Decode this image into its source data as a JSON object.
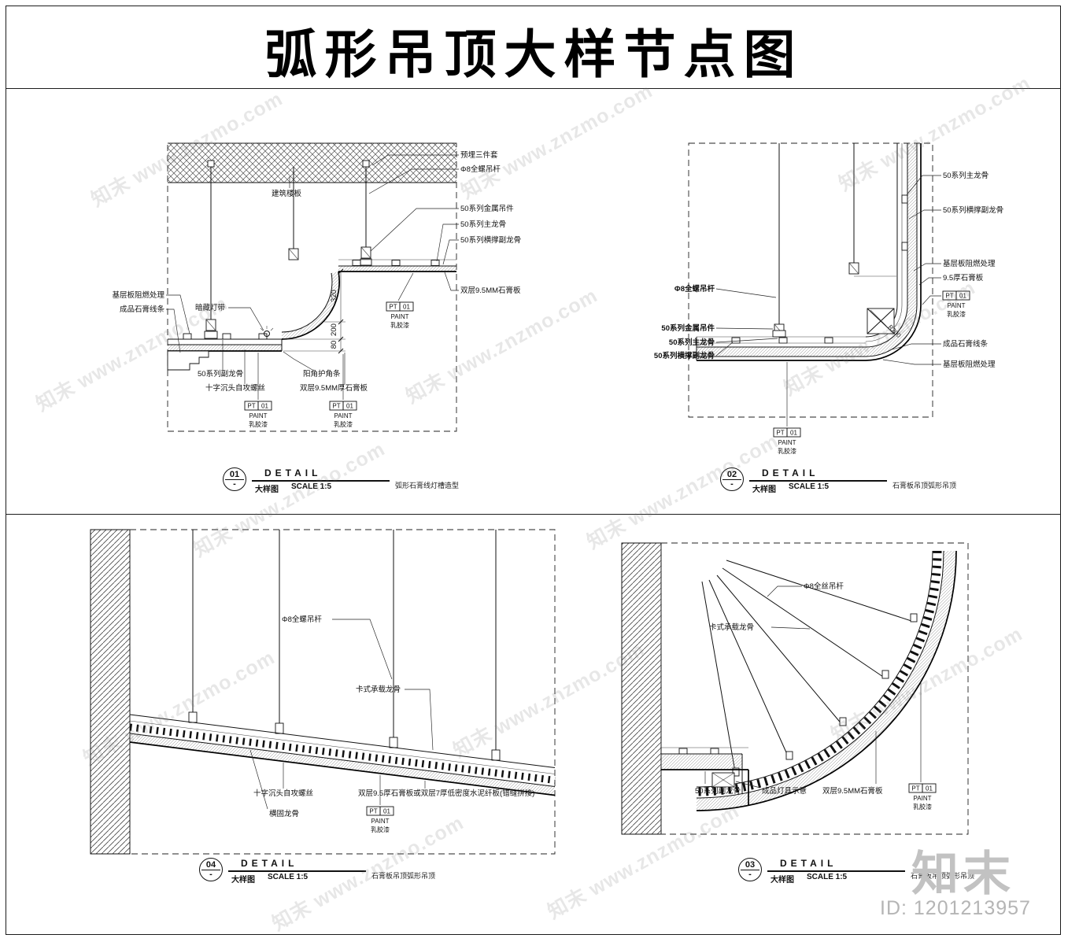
{
  "page": {
    "title": "弧形吊顶大样节点图"
  },
  "watermark": {
    "text": "知末 www.znzmo.com"
  },
  "brand": {
    "logo": "知末",
    "id": "ID: 1201213957"
  },
  "paint": {
    "pt": "PT",
    "num": "01",
    "name": "PAINT",
    "material": "乳胶漆"
  },
  "detail01": {
    "labels": {
      "embed_kit": "预埋三件套",
      "rod": "Φ8全螺吊杆",
      "slab": "建筑楼板",
      "metal_hanger": "50系列金属吊件",
      "main_keel": "50系列主龙骨",
      "cross_sub_keel": "50系列横撑副龙骨",
      "double_board": "双层9.5MM石膏板",
      "base_fireproof": "基层板阻燃处理",
      "gypsum_trim": "成品石膏线条",
      "hidden_led": "暗藏灯带",
      "sub_keel": "50系列副龙骨",
      "screw": "十字沉头自攻螺丝",
      "corner_bead": "阳角护角条",
      "double_board_thick": "双层9.5MM厚石膏板",
      "dim_320": "320",
      "dim_200": "200",
      "dim_80": "80"
    },
    "title": {
      "num": "01",
      "dash": "-",
      "detail": "DETAIL",
      "name": "大样图",
      "scale": "SCALE 1:5",
      "caption": "弧形石膏线灯槽造型"
    }
  },
  "detail02": {
    "labels": {
      "main_keel": "50系列主龙骨",
      "cross_sub_keel": "50系列横撑副龙骨",
      "base_fireproof": "基层板阻燃处理",
      "board95": "9.5厚石膏板",
      "gypsum_trim": "成品石膏线条",
      "base_fireproof2": "基层板阻燃处理",
      "rod": "Φ8全螺吊杆",
      "metal_hanger": "50系列金属吊件",
      "main_keel2": "50系列主龙骨",
      "cross_sub_keel2": "50系列横撑副龙骨",
      "radius": "R200"
    },
    "title": {
      "num": "02",
      "dash": "-",
      "detail": "DETAIL",
      "name": "大样图",
      "scale": "SCALE 1:5",
      "caption": "石膏板吊顶弧形吊顶"
    }
  },
  "detail04": {
    "labels": {
      "rod": "Φ8全螺吊杆",
      "clip_keel": "卡式承载龙骨",
      "screw": "十字沉头自攻螺丝",
      "board_desc": "双层9.5厚石膏板或双层7厚低密度水泥纤板(错缝拼接)",
      "cross_keel": "横固龙骨"
    },
    "title": {
      "num": "04",
      "dash": "-",
      "detail": "DETAIL",
      "name": "大样图",
      "scale": "SCALE 1:5",
      "caption": "石膏板吊顶弧形吊顶"
    }
  },
  "detail03": {
    "labels": {
      "rod": "Φ8全丝吊杆",
      "clip_keel": "卡式承载龙骨",
      "sub_keel": "50系列副龙骨",
      "light_fixture": "成品灯具示意",
      "double_board": "双层9.5MM石膏板"
    },
    "title": {
      "num": "03",
      "dash": "-",
      "detail": "DETAIL",
      "name": "大样图",
      "scale": "SCALE 1:5",
      "caption": "石膏板吊顶弧形吊顶"
    }
  }
}
